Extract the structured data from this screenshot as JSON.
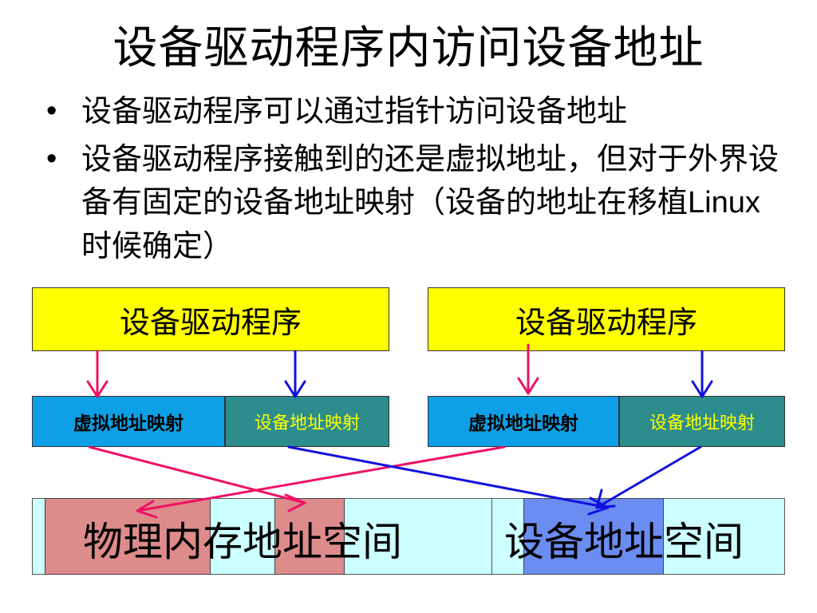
{
  "title": "设备驱动程序内访问设备地址",
  "bullets": {
    "b1": "设备驱动程序可以通过指针访问设备地址",
    "b2_part1": "设备驱动程序接触到的还是虚拟地址，但对于外界设备有固定的设备地址映射（设备的地址在移植",
    "b2_latin": "Linux",
    "b2_part2": "时候确定）"
  },
  "diagram": {
    "left_driver": "设备驱动程序",
    "right_driver": "设备驱动程序",
    "left_vmap": "虚拟地址映射",
    "left_dmap": "设备地址映射",
    "right_vmap": "虚拟地址映射",
    "right_dmap": "设备地址映射",
    "physical_memory_space": "物理内存地址空间",
    "device_address_space": "设备地址空间"
  },
  "colors": {
    "driver_box": "#ffff00",
    "virtual_map": "#0ea0e6",
    "device_map": "#2d8c8c",
    "device_map_text": "#ffff00",
    "space_bar": "#ccffff",
    "memory_region": "#de8b8b",
    "device_region": "#6b8cf0",
    "arrow_red": "#ee1166",
    "arrow_blue": "#1111dd"
  }
}
